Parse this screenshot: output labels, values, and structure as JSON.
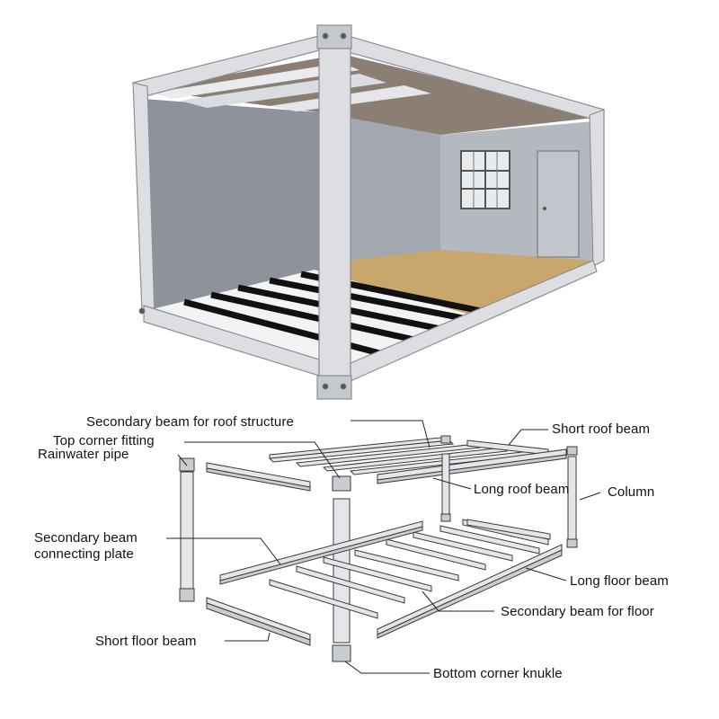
{
  "photo": {
    "name": "Container house photo"
  },
  "labels": {
    "secondary_roof": "Secondary beam for roof structure",
    "short_roof": "Short roof beam",
    "top_corner": "Top corner fitting",
    "rainwater": "Rainwater pipe",
    "long_roof": "Long roof beam",
    "column": "Column",
    "sec_plate_1": "Secondary beam",
    "sec_plate_2": "connecting plate",
    "long_floor": "Long floor beam",
    "sec_floor": "Secondary beam for floor",
    "short_floor": "Short floor beam",
    "bottom_corner": "Bottom corner knukle"
  },
  "colors": {
    "frame": "#d6d8dc",
    "frame_edge": "#8c9096",
    "wall": "#9ea3ab",
    "floor_wood": "#c8a46a",
    "joist": "#1a1a1a",
    "line": "#222222"
  }
}
